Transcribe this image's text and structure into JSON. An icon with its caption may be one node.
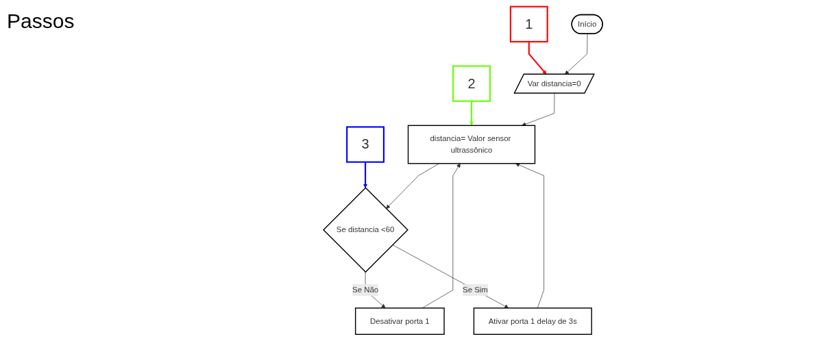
{
  "diagram": {
    "nodes": [
      {
        "text": [
          "1"
        ]
      },
      {
        "text": [
          "2"
        ]
      },
      {
        "text": [
          "3"
        ]
      },
      {
        "text": [
          "Início"
        ]
      },
      {
        "text": [
          "Var distancia=0"
        ]
      },
      {
        "text": [
          "distancia= Valor sensor ultrassônico"
        ]
      },
      {
        "text": [
          "Se distancia <60"
        ]
      },
      {
        "text": [
          "Desativar porta 1"
        ]
      },
      {
        "text": [
          "Ativar porta 1 delay de 3s"
        ]
      }
    ],
    "edges": [
      {
        "from": 0,
        "to": 4,
        "arrow": "to",
        "color": "#ff0000"
      },
      {
        "from": 1,
        "to": 5,
        "arrow": "to",
        "color": "#66ff00"
      },
      {
        "from": 2,
        "to": 6,
        "arrow": "to",
        "color": "#0000ff"
      },
      {
        "from": 3,
        "to": 4,
        "arrow": "to"
      },
      {
        "from": 4,
        "to": 5,
        "arrow": "to"
      },
      {
        "from": 5,
        "to": 6,
        "arrow": "to"
      },
      {
        "from": 6,
        "to": 7,
        "arrow": "to",
        "label": "Se Não"
      },
      {
        "from": 6,
        "to": 8,
        "arrow": "to",
        "label": "Se Sim"
      },
      {
        "from": 7,
        "to": 5,
        "arrow": "to"
      },
      {
        "from": 8,
        "to": 5,
        "arrow": "to"
      }
    ],
    "labels": [
      "Passos"
    ]
  }
}
